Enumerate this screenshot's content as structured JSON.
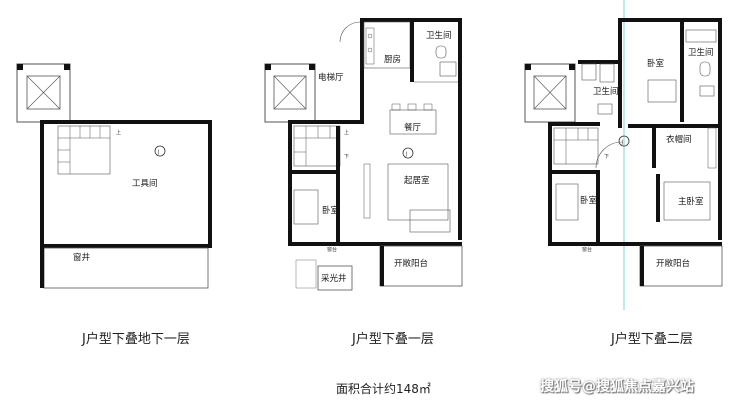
{
  "colors": {
    "wall": "#111111",
    "line": "#555555",
    "guide": "#7fd6d6",
    "watermark": "#ffffff"
  },
  "plans": {
    "basement": {
      "caption": "J户型下叠地下一层",
      "rooms": {
        "tool_room": "工具间",
        "window_well": "窗井"
      },
      "stair_mark": "上"
    },
    "first_floor": {
      "caption": "J户型下叠一层",
      "rooms": {
        "kitchen": "厨房",
        "bathroom": "卫生间",
        "elevator_hall": "电梯厅",
        "dining": "餐厅",
        "living": "起居室",
        "bedroom": "卧室",
        "balcony": "开敞阳台",
        "lightwell": "采光井"
      },
      "stair_marks": [
        "上",
        "下"
      ],
      "small_label": "窗台"
    },
    "second_floor": {
      "caption": "J户型下叠二层",
      "rooms": {
        "bedroom_top": "卧室",
        "bathroom_top": "卫生间",
        "bathroom_mid": "卫生间",
        "closet": "衣帽间",
        "master_bedroom": "主卧室",
        "bedroom": "卧室",
        "balcony": "开敞阳台"
      },
      "stair_mark": "下",
      "small_label": "窗台"
    }
  },
  "unit_mark": "J",
  "total_area": "面积合计约148㎡",
  "watermark": "搜狐号@搜狐焦点嘉兴站"
}
